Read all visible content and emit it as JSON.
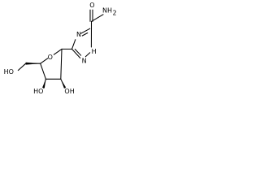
{
  "structure": {
    "labels": {
      "nh2": "NH",
      "nh2_sub": "2",
      "o_carbonyl": "O",
      "n_top": "N",
      "n_bottom": "N",
      "h_nh": "H",
      "o_ring": "O",
      "ho_side": "HO",
      "ho_bottom": "HO",
      "oh_bottom": "OH"
    },
    "colors": {
      "ink": "#000000",
      "background": "#ffffff"
    }
  }
}
